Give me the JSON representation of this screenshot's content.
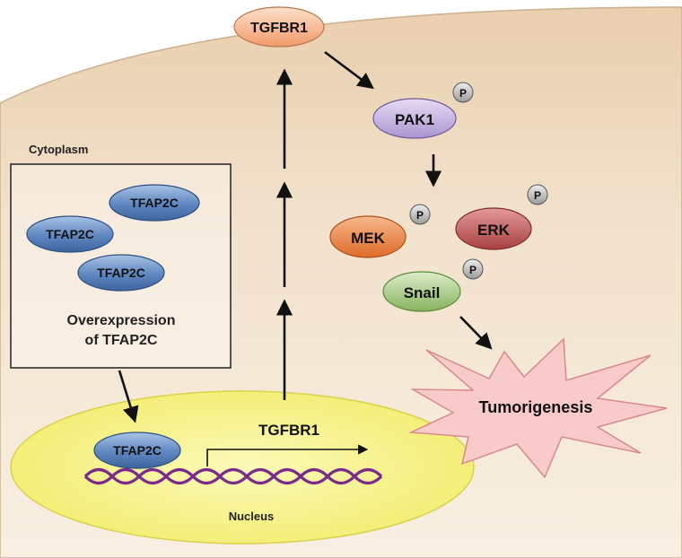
{
  "diagram": {
    "receptor_label": "TGFBR1",
    "pak1_label": "PAK1",
    "mek_label": "MEK",
    "erk_label": "ERK",
    "snail_label": "Snail",
    "phospho_label": "P",
    "outcome_label": "Tumorigenesis",
    "cytoplasm_label": "Cytoplasm",
    "tfap2c_label": "TFAP2C",
    "overexpression_line1": "Overexpression",
    "overexpression_line2": "of TFAP2C",
    "gene_label": "TGFBR1",
    "nucleus_label": "Nucleus"
  },
  "colors": {
    "cell_fill": "#f0dcc2",
    "nucleus_fill": "#f7f48c",
    "tfap2c_fill": "#6b8fc4",
    "pak1_fill": "#c4b3e0",
    "mek_fill": "#ee8a4a",
    "erk_fill": "#c05a5a",
    "snail_fill": "#a8cc88",
    "receptor_fill": "#f4b48c",
    "star_fill": "#f7c9c9",
    "dna_color": "#7a2a8a"
  }
}
